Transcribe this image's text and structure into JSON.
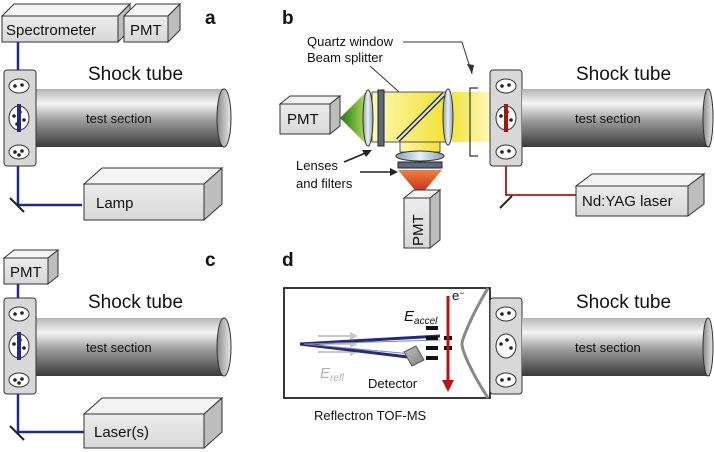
{
  "panels": {
    "a": {
      "letter": "a",
      "spectrometer": "Spectrometer",
      "pmt": "PMT",
      "shock_tube": "Shock tube",
      "test_section": "test section",
      "lamp": "Lamp"
    },
    "b": {
      "letter": "b",
      "quartz_window": "Quartz window",
      "beam_splitter": "Beam splitter",
      "pmt_left": "PMT",
      "pmt_bottom": "PMT",
      "lenses_line1": "Lenses",
      "lenses_line2": "and filters",
      "shock_tube": "Shock tube",
      "test_section": "test section",
      "laser": "Nd:YAG laser"
    },
    "c": {
      "letter": "c",
      "pmt": "PMT",
      "shock_tube": "Shock tube",
      "test_section": "test section",
      "laser": "Laser(s)"
    },
    "d": {
      "letter": "d",
      "e_accel": "E",
      "e_accel_sub": "accel",
      "electron": "e",
      "electron_sup": "−",
      "e_refl": "E",
      "e_refl_sub": "refl",
      "detector": "Detector",
      "reflectron": "Reflectron TOF-MS",
      "shock_tube": "Shock tube",
      "test_section": "test section"
    }
  },
  "colors": {
    "beam_blue": "#1f2a8a",
    "beam_red": "#b01010",
    "green_light": "#3aa01a",
    "yellow_light": "#f2e640",
    "orange_light": "#d8502a"
  }
}
